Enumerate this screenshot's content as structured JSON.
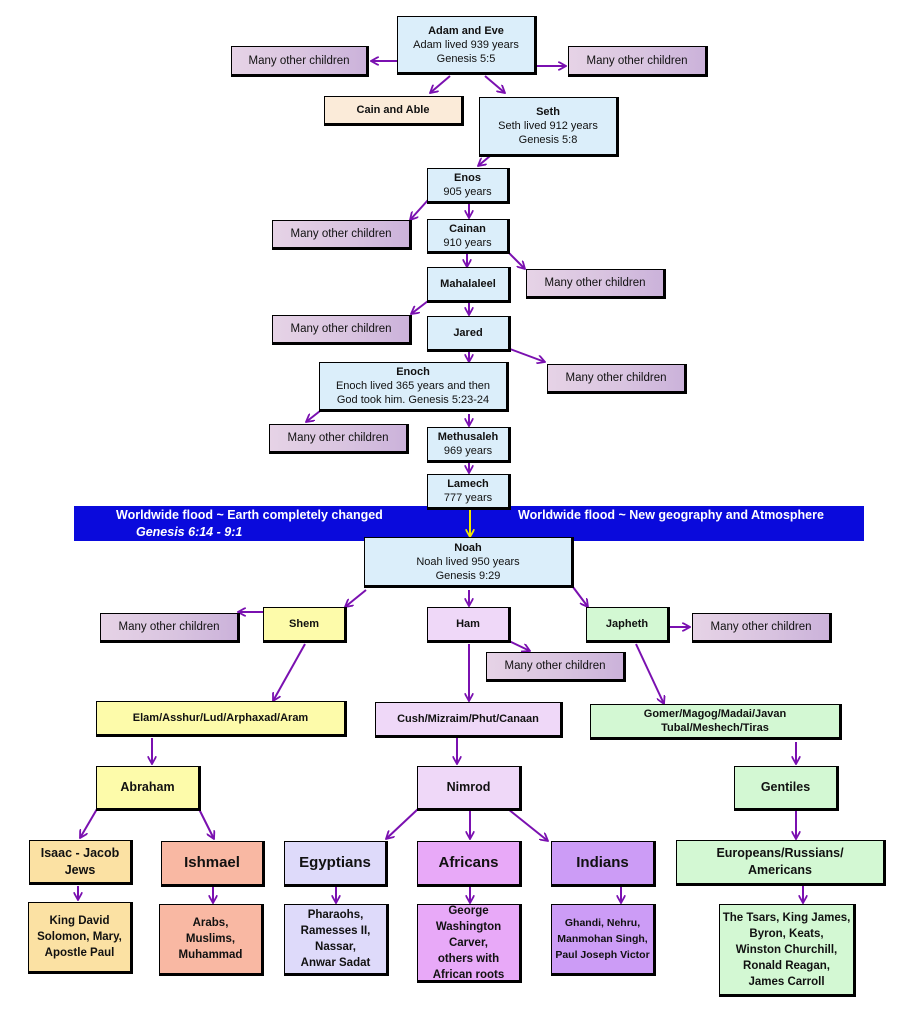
{
  "colors": {
    "arrow": "#7a10b0",
    "flood_arrow": "#f2e600",
    "banner": "#0a0adc"
  },
  "banner": {
    "left_line1": "Worldwide flood ~ Earth completely changed",
    "left_line2": "Genesis 6:14 - 9:1",
    "right_line1": "Worldwide flood ~ New geography and Atmosphere"
  },
  "nodes": {
    "adam": {
      "title": "Adam and Eve",
      "line1": "Adam lived 939 years",
      "line2": "Genesis 5:5"
    },
    "many_adam_left": {
      "title": "Many other children"
    },
    "many_adam_right": {
      "title": "Many other children"
    },
    "cain": {
      "title": "Cain and Able"
    },
    "seth": {
      "title": "Seth",
      "line1": "Seth lived 912 years",
      "line2": "Genesis 5:8"
    },
    "enos": {
      "title": "Enos",
      "line1": "905 years"
    },
    "many_enos": {
      "title": "Many other children"
    },
    "cainan": {
      "title": "Cainan",
      "line1": "910 years"
    },
    "many_cainan": {
      "title": "Many other children"
    },
    "mahalaleel": {
      "title": "Mahalaleel"
    },
    "many_mahalaleel": {
      "title": "Many other children"
    },
    "jared": {
      "title": "Jared"
    },
    "many_jared": {
      "title": "Many other children"
    },
    "enoch": {
      "title": "Enoch",
      "line1": "Enoch lived 365 years and then",
      "line2": "God took him. Genesis 5:23-24"
    },
    "many_enoch": {
      "title": "Many other children"
    },
    "methuselah": {
      "title": "Methusaleh",
      "line1": "969 years"
    },
    "lamech": {
      "title": "Lamech",
      "line1": "777 years"
    },
    "noah": {
      "title": "Noah",
      "line1": "Noah lived 950 years",
      "line2": "Genesis 9:29"
    },
    "shem": {
      "title": "Shem"
    },
    "many_shem": {
      "title": "Many other children"
    },
    "ham": {
      "title": "Ham"
    },
    "many_ham": {
      "title": "Many other children"
    },
    "japheth": {
      "title": "Japheth"
    },
    "many_japheth": {
      "title": "Many other children"
    },
    "shem_sons": {
      "title": "Elam/Asshur/Lud/Arphaxad/Aram"
    },
    "ham_sons": {
      "title": "Cush/Mizraim/Phut/Canaan"
    },
    "japheth_sons": {
      "line1": "Gomer/Magog/Madai/Javan",
      "line2": "Tubal/Meshech/Tiras"
    },
    "abraham": {
      "title": "Abraham"
    },
    "nimrod": {
      "title": "Nimrod"
    },
    "gentiles": {
      "title": "Gentiles"
    },
    "isaac": {
      "line1": "Isaac - Jacob",
      "line2": "Jews"
    },
    "ishmael": {
      "title": "Ishmael"
    },
    "egyptians": {
      "title": "Egyptians"
    },
    "africans": {
      "title": "Africans"
    },
    "indians": {
      "title": "Indians"
    },
    "europeans": {
      "line1": "Europeans/Russians/",
      "line2": "Americans"
    },
    "jews_people": {
      "line1": "King David",
      "line2": "Solomon, Mary,",
      "line3": "Apostle Paul"
    },
    "arabs_people": {
      "line1": "Arabs,",
      "line2": "Muslims,",
      "line3": "Muhammad"
    },
    "egypt_people": {
      "line1": "Pharaohs,",
      "line2": "Ramesses II,",
      "line3": "Nassar,",
      "line4": "Anwar Sadat"
    },
    "africa_people": {
      "line1": "George",
      "line2": "Washington",
      "line3": "Carver,",
      "line4": "others with",
      "line5": "African roots"
    },
    "india_people": {
      "line1": "Ghandi, Nehru,",
      "line2": "Manmohan Singh,",
      "line3": "Paul Joseph Victor"
    },
    "europe_people": {
      "line1": "The Tsars, King James,",
      "line2": "Byron, Keats,",
      "line3": "Winston Churchill,",
      "line4": "Ronald Reagan,",
      "line5": "James Carroll"
    }
  }
}
